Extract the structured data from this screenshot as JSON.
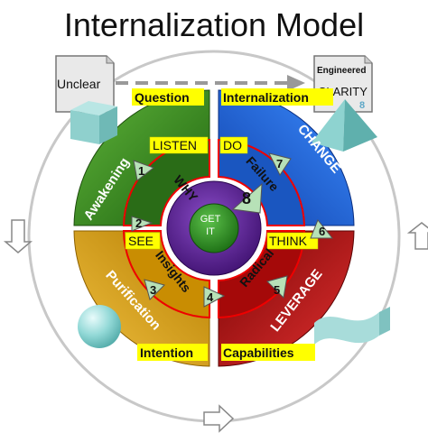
{
  "title": "Internalization Model",
  "boxes": {
    "unclear": "Unclear",
    "engineered": "Engineered",
    "clarity": "CLARITY",
    "clarity_num": "8"
  },
  "corner_labels": {
    "question": "Question",
    "internalization": "Internalization",
    "intention": "Intention",
    "capabilities": "Capabilities"
  },
  "outer_labels": {
    "awakening": "Awakening",
    "change": "CHANGE",
    "purification": "Purification",
    "leverage": "LEVERAGE"
  },
  "inner_labels": {
    "why": "WHY",
    "failure": "Failure",
    "insights": "Insights",
    "radical": "Radical"
  },
  "yellow_tags": {
    "listen": "LISTEN",
    "do": "DO",
    "see": "SEE",
    "think": "THINK"
  },
  "center": {
    "line1": "GET",
    "line2": "IT"
  },
  "steps": [
    "1",
    "2",
    "3",
    "4",
    "5",
    "6",
    "7",
    "8"
  ],
  "colors": {
    "green": "#2e7d1c",
    "blue": "#1f5fd0",
    "gold": "#d79a06",
    "red": "#b00d0d",
    "purple": "#5a1a8c",
    "yellow": "#ffff00",
    "arrow_fill": "#b7e1b7"
  }
}
